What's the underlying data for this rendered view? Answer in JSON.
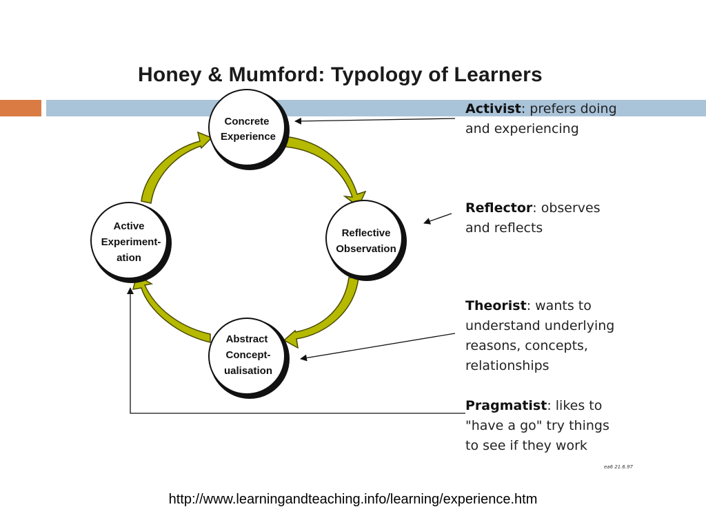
{
  "title": "Honey & Mumford:  Typology of Learners",
  "colors": {
    "accent_orange": "#d97b43",
    "accent_blue": "#a9c3d9",
    "arrow_fill": "#b5b900",
    "arrow_stroke": "#4a4a00"
  },
  "nodes": {
    "concrete": [
      "Concrete",
      "Experience"
    ],
    "reflective": [
      "Reflective",
      "Observation"
    ],
    "abstract": [
      "Abstract",
      "Concept-",
      "ualisation"
    ],
    "active": [
      "Active",
      "Experiment-",
      "ation"
    ]
  },
  "learners": [
    {
      "name": "Activist",
      "lines": [
        ": prefers doing",
        "and experiencing"
      ]
    },
    {
      "name": "Reflector",
      "lines": [
        ": observes",
        "and reflects"
      ]
    },
    {
      "name": "Theorist",
      "lines": [
        ": wants to",
        "understand underlying",
        "reasons, concepts,",
        "relationships"
      ]
    },
    {
      "name": "Pragmatist",
      "lines": [
        ": likes to",
        "\"have a go\" try things",
        "to see if they work"
      ]
    }
  ],
  "stamp": "ea6 21.6.97",
  "footer_url": "http://www.learningandteaching.info/learning/experience.htm"
}
